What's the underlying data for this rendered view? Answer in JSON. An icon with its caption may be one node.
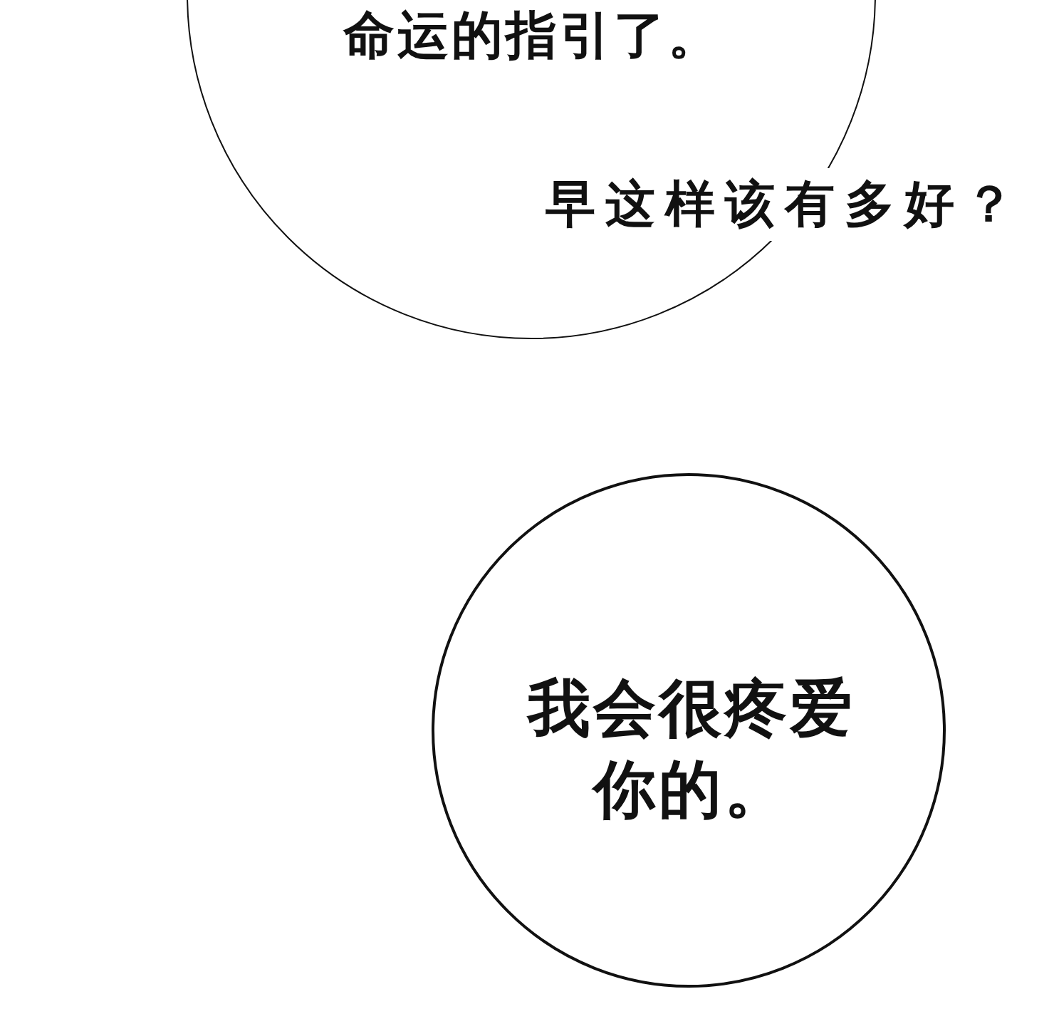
{
  "diagram": {
    "nodes": [
      {
        "text": [
          "命运的指引了。"
        ]
      },
      {
        "text": [
          "我会很疼爱你的。"
        ]
      }
    ],
    "labels": [
      "早这样该有多好？"
    ]
  }
}
